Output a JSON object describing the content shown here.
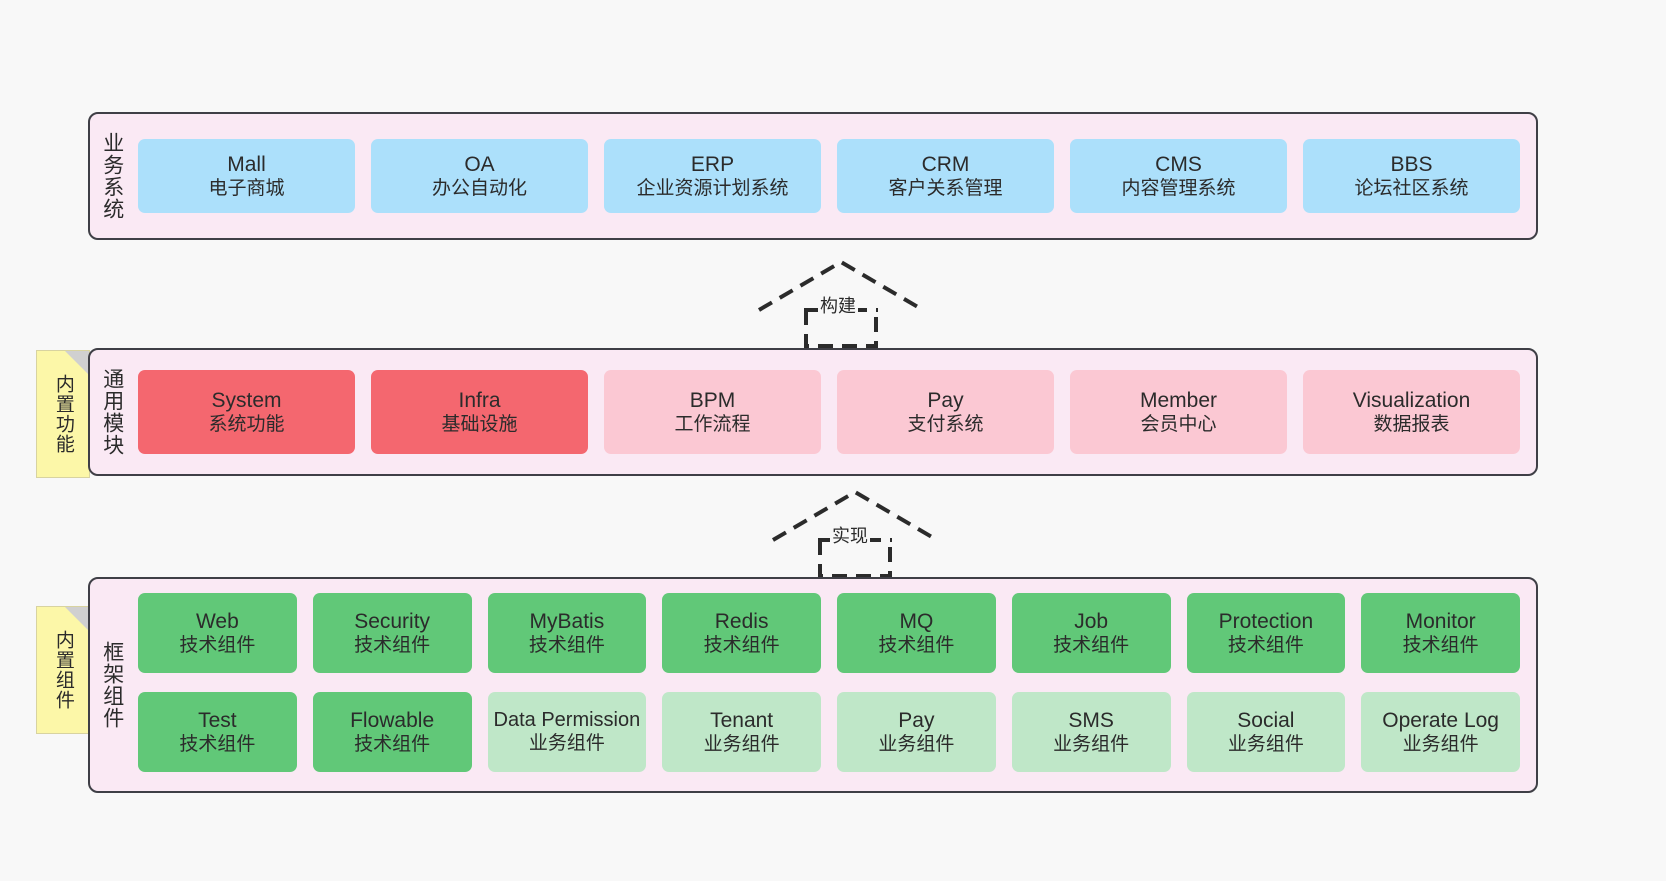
{
  "diagram": {
    "background": "#f8f8f8",
    "panel_color": "#fae9f4",
    "border_color": "#3f3f46"
  },
  "layers": {
    "business": {
      "title": "业务系统",
      "cards": [
        {
          "en": "Mall",
          "cn": "电子商城",
          "color": "#ace0fb"
        },
        {
          "en": "OA",
          "cn": "办公自动化",
          "color": "#ace0fb"
        },
        {
          "en": "ERP",
          "cn": "企业资源计划系统",
          "color": "#ace0fb"
        },
        {
          "en": "CRM",
          "cn": "客户关系管理",
          "color": "#ace0fb"
        },
        {
          "en": "CMS",
          "cn": "内容管理系统",
          "color": "#ace0fb"
        },
        {
          "en": "BBS",
          "cn": "论坛社区系统",
          "color": "#ace0fb"
        }
      ]
    },
    "common": {
      "title": "通用模块",
      "note": "内置功能",
      "cards": [
        {
          "en": "System",
          "cn": "系统功能",
          "color": "#f4676f"
        },
        {
          "en": "Infra",
          "cn": "基础设施",
          "color": "#f4676f"
        },
        {
          "en": "BPM",
          "cn": "工作流程",
          "color": "#fbc8d3"
        },
        {
          "en": "Pay",
          "cn": "支付系统",
          "color": "#fbc8d3"
        },
        {
          "en": "Member",
          "cn": "会员中心",
          "color": "#fbc8d3"
        },
        {
          "en": "Visualization",
          "cn": "数据报表",
          "color": "#fbc8d3"
        }
      ]
    },
    "framework": {
      "title": "框架组件",
      "note": "内置组件",
      "row1": [
        {
          "en": "Web",
          "cn": "技术组件",
          "color": "#61c878"
        },
        {
          "en": "Security",
          "cn": "技术组件",
          "color": "#61c878"
        },
        {
          "en": "MyBatis",
          "cn": "技术组件",
          "color": "#61c878"
        },
        {
          "en": "Redis",
          "cn": "技术组件",
          "color": "#61c878"
        },
        {
          "en": "MQ",
          "cn": "技术组件",
          "color": "#61c878"
        },
        {
          "en": "Job",
          "cn": "技术组件",
          "color": "#61c878"
        },
        {
          "en": "Protection",
          "cn": "技术组件",
          "color": "#61c878"
        },
        {
          "en": "Monitor",
          "cn": "技术组件",
          "color": "#61c878"
        }
      ],
      "row2": [
        {
          "en": "Test",
          "cn": "技术组件",
          "color": "#61c878"
        },
        {
          "en": "Flowable",
          "cn": "技术组件",
          "color": "#61c878"
        },
        {
          "en": "Data Permission",
          "cn": "业务组件",
          "color": "#bfe7c8"
        },
        {
          "en": "Tenant",
          "cn": "业务组件",
          "color": "#bfe7c8"
        },
        {
          "en": "Pay",
          "cn": "业务组件",
          "color": "#bfe7c8"
        },
        {
          "en": "SMS",
          "cn": "业务组件",
          "color": "#bfe7c8"
        },
        {
          "en": "Social",
          "cn": "业务组件",
          "color": "#bfe7c8"
        },
        {
          "en": "Operate Log",
          "cn": "业务组件",
          "color": "#bfe7c8"
        }
      ]
    }
  },
  "connectors": {
    "build": {
      "label": "构建"
    },
    "implement": {
      "label": "实现"
    }
  }
}
